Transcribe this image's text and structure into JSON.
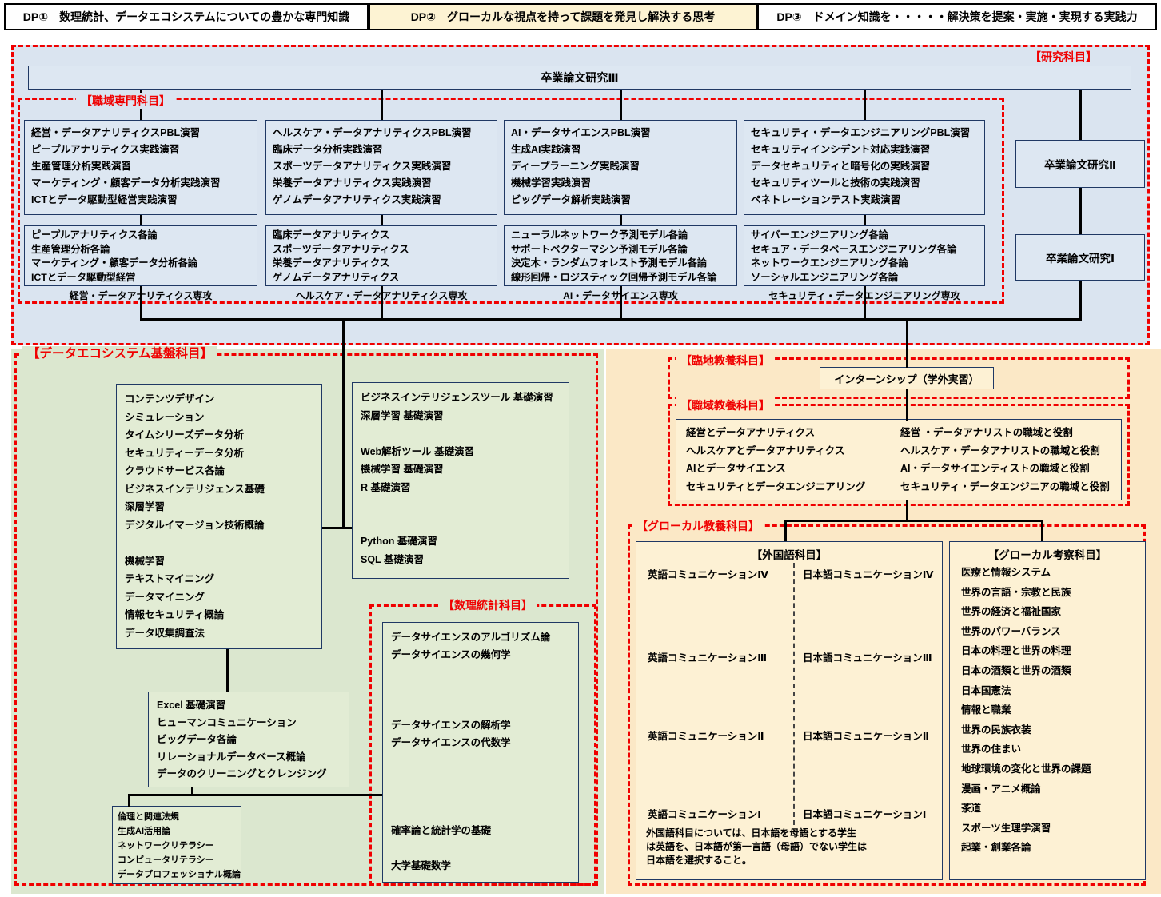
{
  "dp_bar": {
    "dp1": "DP①　数理統計、データエコシステムについての豊かな専門知識",
    "dp2": "DP②　グローカルな視点を持って課題を発見し解決する思考",
    "dp3": "DP③　ドメイン知識を・・・・・解決策を提案・実施・実現する実践力"
  },
  "research": {
    "label": "【研究科目】",
    "thesis3": "卒業論文研究Ⅲ",
    "thesis2": "卒業論文研究Ⅱ",
    "thesis1": "卒業論文研究Ⅰ"
  },
  "vocational": {
    "label": "【職域専門科目】",
    "majors": [
      {
        "major": "経営・データアナリティクス専攻",
        "pbl": [
          "経営・データアナリティクスPBL演習",
          "ピープルアナリティクス実践演習",
          "生産管理分析実践演習",
          "マーケティング・顧客データ分析実践演習",
          "ICTとデータ駆動型経営実践演習"
        ],
        "advanced": [
          "ピープルアナリティクス各論",
          "生産管理分析各論",
          "マーケティング・顧客データ分析各論",
          "ICTとデータ駆動型経営"
        ]
      },
      {
        "major": "ヘルスケア・データアナリティクス専攻",
        "pbl": [
          "ヘルスケア・データアナリティクスPBL演習",
          "臨床データ分析実践演習",
          "スポーツデータアナリティクス実践演習",
          "栄養データアナリティクス実践演習",
          "ゲノムデータアナリティクス実践演習"
        ],
        "advanced": [
          "臨床データアナリティクス",
          "スポーツデータアナリティクス",
          "栄養データアナリティクス",
          "ゲノムデータアナリティクス"
        ]
      },
      {
        "major": "AI・データサイエンス専攻",
        "pbl": [
          "AI・データサイエンスPBL演習",
          "生成AI実践演習",
          "ディープラーニング実践演習",
          "機械学習実践演習",
          "ビッグデータ解析実践演習"
        ],
        "advanced": [
          "ニューラルネットワーク予測モデル各論",
          "サポートベクターマシン予測モデル各論",
          "決定木・ランダムフォレスト予測モデル各論",
          "線形回帰・ロジスティック回帰予測モデル各論"
        ]
      },
      {
        "major": "セキュリティ・データエンジニアリング専攻",
        "pbl": [
          "セキュリティ・データエンジニアリングPBL演習",
          "セキュリティインシデント対応実践演習",
          "データセキュリティと暗号化の実践演習",
          "セキュリティツールと技術の実践演習",
          "ペネトレーションテスト実践演習"
        ],
        "advanced": [
          "サイバーエンジニアリング各論",
          "セキュア・データベースエンジニアリング各論",
          "ネットワークエンジニアリング各論",
          "ソーシャルエンジニアリング各論"
        ]
      }
    ]
  },
  "foundation": {
    "label": "【データエコシステム基盤科目】",
    "core": [
      "コンテンツデザイン",
      "シミュレーション",
      "タイムシリーズデータ分析",
      "セキュリティーデータ分析",
      "クラウドサービス各論",
      "ビジネスインテリジェンス基礎",
      "深層学習",
      "デジタルイマージョン技術概論",
      "",
      "機械学習",
      "テキストマイニング",
      "データマイニング",
      "情報セキュリティ概論",
      "データ収集調査法"
    ],
    "tools": [
      "ビジネスインテリジェンスツール 基礎演習",
      "深層学習 基礎演習",
      "",
      "Web解析ツール 基礎演習",
      "機械学習 基礎演習",
      "R 基礎演習",
      "",
      "",
      "Python 基礎演習",
      "SQL 基礎演習"
    ],
    "common": [
      "Excel 基礎演習",
      "ヒューマンコミュニケーション",
      "ビッグデータ各論",
      "リレーショナルデータベース概論",
      "データのクリーニングとクレンジング"
    ],
    "literacy": [
      "倫理と関連法規",
      "生成AI活用論",
      "ネットワークリテラシー",
      "コンピュータリテラシー",
      "データプロフェッショナル概論"
    ]
  },
  "math": {
    "label": "【数理統計科目】",
    "courses": [
      "データサイエンスのアルゴリズム論",
      "データサイエンスの幾何学",
      "",
      "",
      "",
      "データサイエンスの解析学",
      "データサイエンスの代数学",
      "",
      "",
      "",
      "",
      "確率論と統計学の基礎",
      "",
      "大学基礎数学"
    ]
  },
  "internship": {
    "label": "【臨地教養科目】",
    "course": "インターンシップ（学外実習）"
  },
  "work_liberal": {
    "label": "【職域教養科目】",
    "left": [
      "経営とデータアナリティクス",
      "ヘルスケアとデータアナリティクス",
      "AIとデータサイエンス",
      "セキュリティとデータエンジニアリング"
    ],
    "right": [
      "経営 ・データアナリストの職域と役割",
      "ヘルスケア・データアナリストの職域と役割",
      "AI・データサイエンティストの職域と役割",
      "セキュリティ・データエンジニアの職域と役割"
    ]
  },
  "glocal": {
    "label": "【グローカル教養科目】",
    "foreign": {
      "title": "【外国語科目】",
      "rows": [
        {
          "en": "英語コミュニケーションⅣ",
          "jp": "日本語コミュニケーションⅣ"
        },
        {
          "en": "英語コミュニケーションⅢ",
          "jp": "日本語コミュニケーションⅢ"
        },
        {
          "en": "英語コミュニケーションⅡ",
          "jp": "日本語コミュニケーションⅡ"
        },
        {
          "en": "英語コミュニケーションⅠ",
          "jp": "日本語コミュニケーションⅠ"
        }
      ],
      "note": [
        "外国語科目については、日本語を母語とする学生",
        "は英語を、日本語が第一言語（母語）でない学生は",
        "日本語を選択すること。"
      ]
    },
    "consideration": {
      "title": "【グローカル考察科目】",
      "items": [
        "医療と情報システム",
        "世界の言語・宗教と民族",
        "世界の経済と福祉国家",
        "世界のパワーバランス",
        "日本の料理と世界の料理",
        "日本の酒類と世界の酒類",
        "日本国憲法",
        "情報と職業",
        "世界の民族衣装",
        "世界の住まい",
        "地球環境の変化と世界の課題",
        "漫画・アニメ概論",
        "茶道",
        "スポーツ生理学演習",
        "起業・創業各論"
      ]
    }
  },
  "colors": {
    "accent_red": "#f00000",
    "box_border_navy": "#1f3864",
    "area_blue": "#dae4f0",
    "area_green": "#dbe7cf",
    "area_yellow": "#fbe8c6"
  }
}
